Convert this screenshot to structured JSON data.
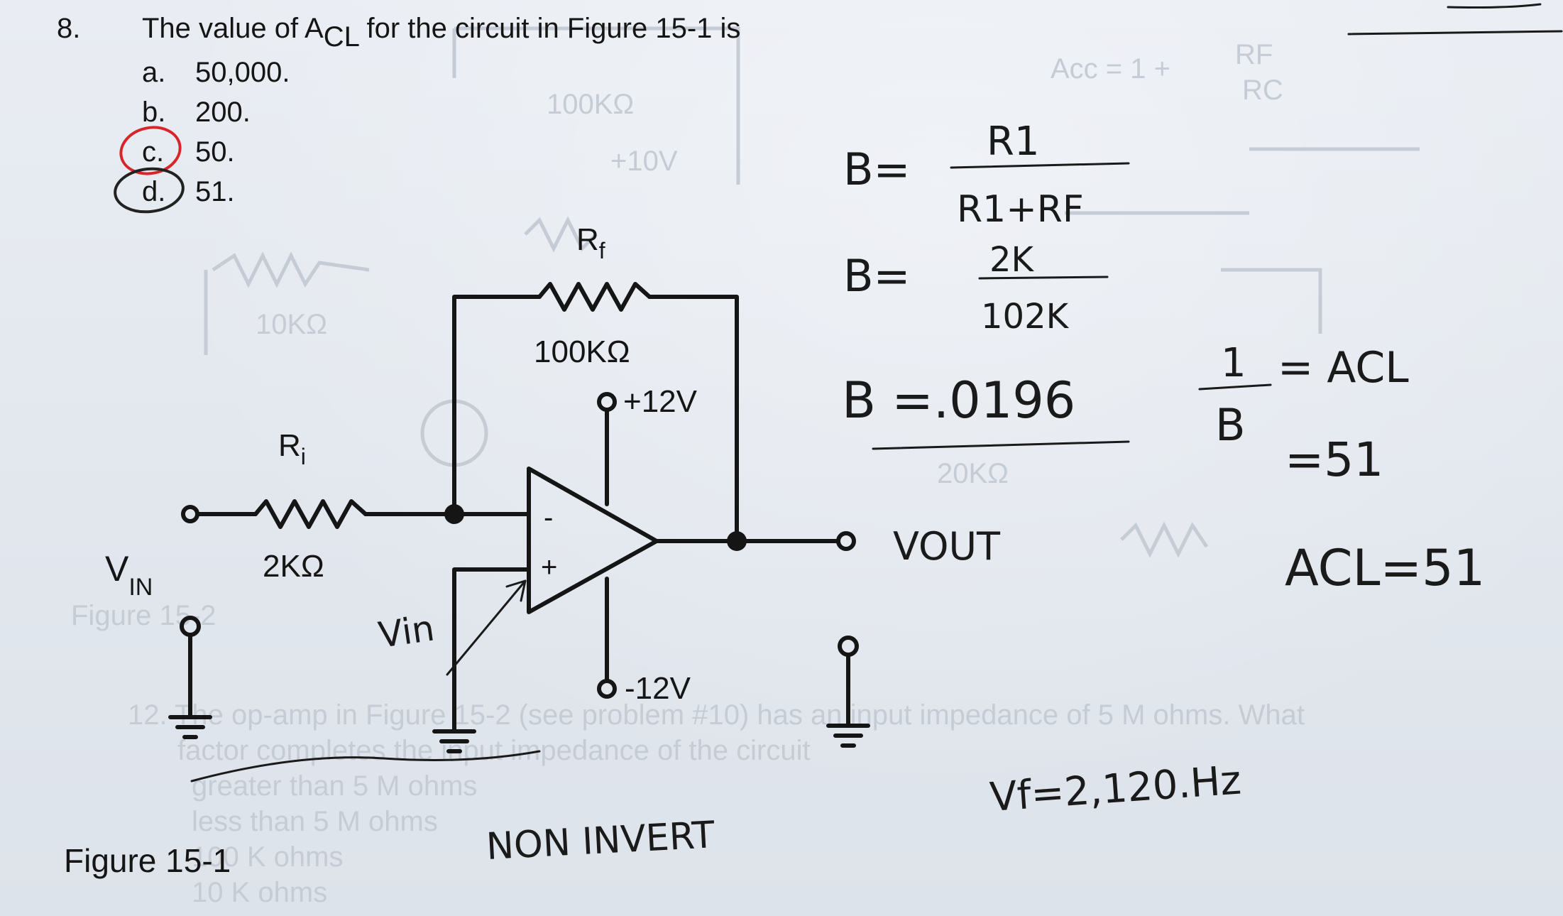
{
  "question": {
    "number": "8.",
    "text_before": "The value of A",
    "text_sub": "CL",
    "text_after": " for the circuit in Figure 15-1 is",
    "choices": [
      {
        "letter": "a.",
        "value": "50,000."
      },
      {
        "letter": "b.",
        "value": "200."
      },
      {
        "letter": "c.",
        "value": "50."
      },
      {
        "letter": "d.",
        "value": "51."
      }
    ],
    "marked_choices": [
      "c",
      "d"
    ]
  },
  "figure": {
    "caption": "Figure 15-1",
    "labels": {
      "rf": "R",
      "rf_sub": "f",
      "rf_value": "100KΩ",
      "ri": "R",
      "ri_sub": "i",
      "ri_value": "2KΩ",
      "vplus": "+12V",
      "vminus": "-12V",
      "vin": "V",
      "vin_sub": "IN",
      "minus_sign": "-",
      "plus_sign": "+"
    }
  },
  "handwriting": {
    "beta_def": "B=",
    "beta_num": "R1",
    "beta_den": "R1+RF",
    "beta_sub": "B=",
    "beta_sub_num": "2K",
    "beta_sub_den": "102K",
    "beta_result": "B =.0196",
    "inv_num": "1",
    "inv_den": "B",
    "inv_eq": "= ACL",
    "inv_result": "=51",
    "acl_result": "ACL=51",
    "vout": "VOUT",
    "vin_note": "Vin",
    "non_inv": "NON INVERT",
    "freq": "Vf=2,120.Hz"
  },
  "colors": {
    "ink": "#151515",
    "red_circle": "#d8252a",
    "ghost": "#c3c9d2"
  }
}
